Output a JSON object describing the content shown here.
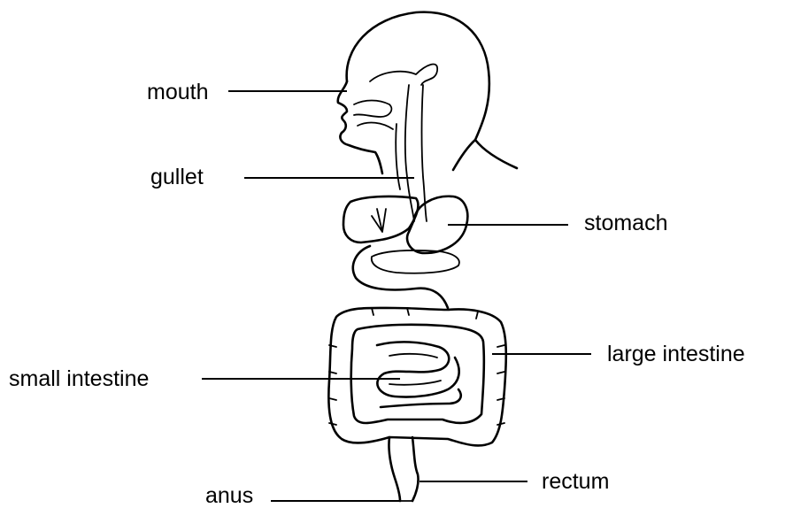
{
  "labels": {
    "mouth": "mouth",
    "gullet": "gullet",
    "stomach": "stomach",
    "large_intestine": "large intestine",
    "small_intestine": "small intestine",
    "rectum": "rectum",
    "anus": "anus"
  },
  "colors": {
    "line": "#000000",
    "background": "#ffffff"
  }
}
